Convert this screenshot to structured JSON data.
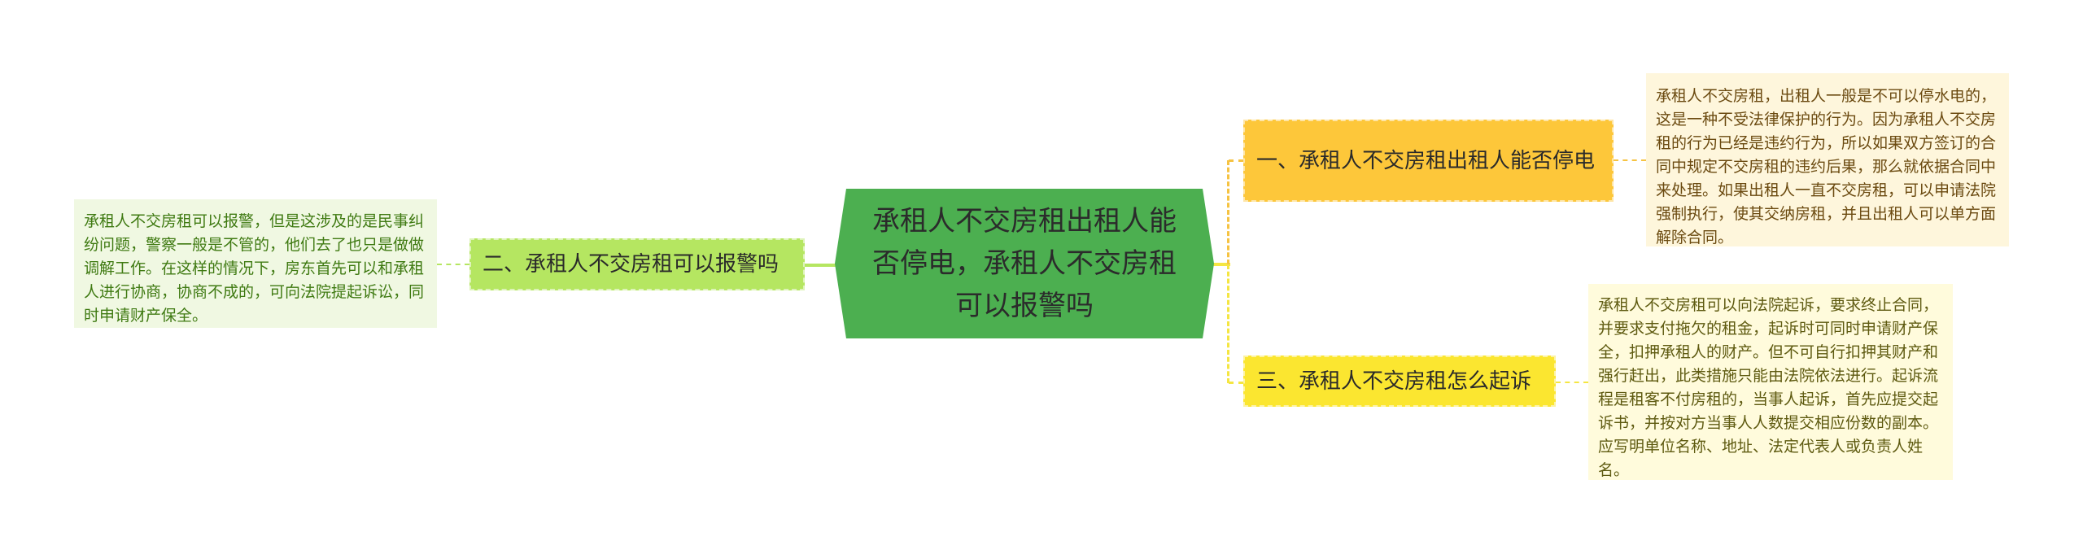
{
  "colors": {
    "center_fill": "#4caf50",
    "branch1_fill": "#fdc73a",
    "branch2_fill": "#b5e661",
    "branch3_fill": "#fbe630",
    "detail1_fill": "#fef6dc",
    "detail2_fill": "#f0f8e2",
    "detail3_fill": "#fffbdc",
    "detail1_text": "#6b4a10",
    "detail2_text": "#3f7a12",
    "detail3_text": "#5e5a10",
    "connector_top": "#f6c342",
    "connector_bottom": "#f5e642",
    "connector_left": "#b5e661"
  },
  "mindmap": {
    "center": {
      "label": "承租人不交房租出租人能否停电，承租人不交房租可以报警吗"
    },
    "branches": [
      {
        "id": "b1",
        "side": "right",
        "label": "一、承租人不交房租出租人能否停电",
        "detail": "承租人不交房租，出租人一般是不可以停水电的，这是一种不受法律保护的行为。因为承租人不交房租的行为已经是违约行为，所以如果双方签订的合同中规定不交房租的违约后果，那么就依据合同中来处理。如果出租人一直不交房租，可以申请法院强制执行，使其交纳房租，并且出租人可以单方面解除合同。"
      },
      {
        "id": "b2",
        "side": "left",
        "label": "二、承租人不交房租可以报警吗",
        "detail": "承租人不交房租可以报警，但是这涉及的是民事纠纷问题，警察一般是不管的，他们去了也只是做做调解工作。在这样的情况下，房东首先可以和承租人进行协商，协商不成的，可向法院提起诉讼，同时申请财产保全。"
      },
      {
        "id": "b3",
        "side": "right",
        "label": "三、承租人不交房租怎么起诉",
        "detail": "承租人不交房租可以向法院起诉，要求终止合同，并要求支付拖欠的租金，起诉时可同时申请财产保全，扣押承租人的财产。但不可自行扣押其财产和强行赶出，此类措施只能由法院依法进行。起诉流程是租客不付房租的，当事人起诉，首先应提交起诉书，并按对方当事人人数提交相应份数的副本。应写明单位名称、地址、法定代表人或负责人姓名。"
      }
    ]
  }
}
